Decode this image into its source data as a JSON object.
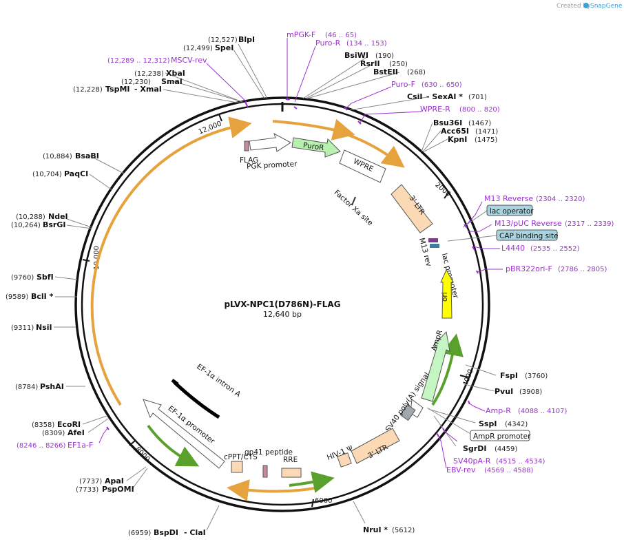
{
  "plasmid": {
    "name": "pLVX-NPC1(D786N)-FLAG",
    "length_label": "12,640 bp"
  },
  "credit": {
    "prefix": "Created by",
    "brand": "SnapGene"
  },
  "ticks": {
    "t2000": "2000",
    "t4000": "4000",
    "t6000": "6000",
    "t8000": "8000",
    "t10000": "10,000",
    "t12000": "12,000"
  },
  "enzymes": {
    "blpi": {
      "name": "BlpI",
      "pos": "(12,527)"
    },
    "spei": {
      "name": "SpeI",
      "pos": "(12,499)"
    },
    "xbai": {
      "name": "XbaI",
      "pos": "(12,238)"
    },
    "smai": {
      "name": "SmaI",
      "pos": "(12,230)"
    },
    "tspmi": {
      "name": "TspMI",
      "name2": "- XmaI",
      "pos": "(12,228)"
    },
    "bsiwi": {
      "name": "BsiWI",
      "pos": "(190)"
    },
    "rsrii": {
      "name": "RsrII",
      "pos": "(250)"
    },
    "bsteii": {
      "name": "BstEII",
      "pos": "(268)"
    },
    "csii": {
      "name": "CsiI",
      "name2": "- SexAI *",
      "pos": "(701)"
    },
    "bsu36i": {
      "name": "Bsu36I",
      "pos": "(1467)"
    },
    "acc65i": {
      "name": "Acc65I",
      "pos": "(1471)"
    },
    "kpni": {
      "name": "KpnI",
      "pos": "(1475)"
    },
    "bsabi": {
      "name": "BsaBI",
      "pos": "(10,884)"
    },
    "paqci": {
      "name": "PaqCI",
      "pos": "(10,704)"
    },
    "ndei": {
      "name": "NdeI",
      "pos": "(10,288)"
    },
    "bsrgi": {
      "name": "BsrGI",
      "pos": "(10,264)"
    },
    "sbfi": {
      "name": "SbfI",
      "pos": "(9760)"
    },
    "bcli": {
      "name": "BclI *",
      "pos": "(9589)"
    },
    "nsii": {
      "name": "NsiI",
      "pos": "(9311)"
    },
    "pshai": {
      "name": "PshAI",
      "pos": "(8784)"
    },
    "ecori": {
      "name": "EcoRI",
      "pos": "(8358)"
    },
    "afei": {
      "name": "AfeI",
      "pos": "(8309)"
    },
    "apai": {
      "name": "ApaI",
      "pos": "(7737)"
    },
    "pspomi": {
      "name": "PspOMI",
      "pos": "(7733)"
    },
    "bspdi": {
      "name": "BspDI",
      "name2": "- ClaI",
      "pos": "(6959)"
    },
    "nrui": {
      "name": "NruI *",
      "pos": "(5612)"
    },
    "fspi": {
      "name": "FspI",
      "pos": "(3760)"
    },
    "pvui": {
      "name": "PvuI",
      "pos": "(3908)"
    },
    "sspi": {
      "name": "SspI",
      "pos": "(4342)"
    },
    "sgrdi": {
      "name": "SgrDI",
      "pos": "(4459)"
    }
  },
  "primers": {
    "mpgkf": {
      "name": "mPGK-F",
      "pos": "(46 .. 65)"
    },
    "puror": {
      "name": "Puro-R",
      "pos": "(134 .. 153)"
    },
    "msccrev": {
      "name": "MSCV-rev",
      "pos": "(12,289 .. 12,312)"
    },
    "purof": {
      "name": "Puro-F",
      "pos": "(630 .. 650)"
    },
    "wprer": {
      "name": "WPRE-R",
      "pos": "(800 .. 820)"
    },
    "m13rev": {
      "name": "M13 Reverse",
      "pos": "(2304 .. 2320)"
    },
    "m13puc": {
      "name": "M13/pUC Reverse",
      "pos": "(2317 .. 2339)"
    },
    "l4440": {
      "name": "L4440",
      "pos": "(2535 .. 2552)"
    },
    "pbr322": {
      "name": "pBR322ori-F",
      "pos": "(2786 .. 2805)"
    },
    "ampr": {
      "name": "Amp-R",
      "pos": "(4088 .. 4107)"
    },
    "sv40par": {
      "name": "SV40pA-R",
      "pos": "(4515 .. 4534)"
    },
    "ebvrev": {
      "name": "EBV-rev",
      "pos": "(4569 .. 4588)"
    },
    "ef1af": {
      "name": "EF1a-F",
      "pos": "(8246 .. 8266)"
    }
  },
  "boxes": {
    "lacop": "lac operator",
    "cap": "CAP binding site",
    "amprprom": "AmpR promoter"
  },
  "features": {
    "flag": "FLAG",
    "pgk": "PGK promoter",
    "puror": "PuroR",
    "wpre": "WPRE",
    "ltr3a": "3' LTR",
    "factorxa": "Factor Xa site",
    "m13rev": "M13 rev",
    "lacprom": "lac promoter",
    "ori": "ori",
    "amprf": "AmpR",
    "sv40": "SV40 poly(A) signal",
    "ltr3b": "3' LTR",
    "hiv": "HIV-1 Ψ",
    "rre": "RRE",
    "gp41": "gp41 peptide",
    "cppt": "cPPT/CTS",
    "ef1aprom": "EF-1α promoter",
    "ef1aintron": "EF-1α intron A"
  },
  "colors": {
    "orange_arc": "#e6a23c",
    "green_arc": "#5aa02c",
    "puror": "#b8f0b0",
    "ltr": "#fbd9b5",
    "ori": "#ffff00",
    "ampr": "#c6f5c4",
    "primer": "#9b30d0",
    "box_blue": "#a8d4e0"
  }
}
